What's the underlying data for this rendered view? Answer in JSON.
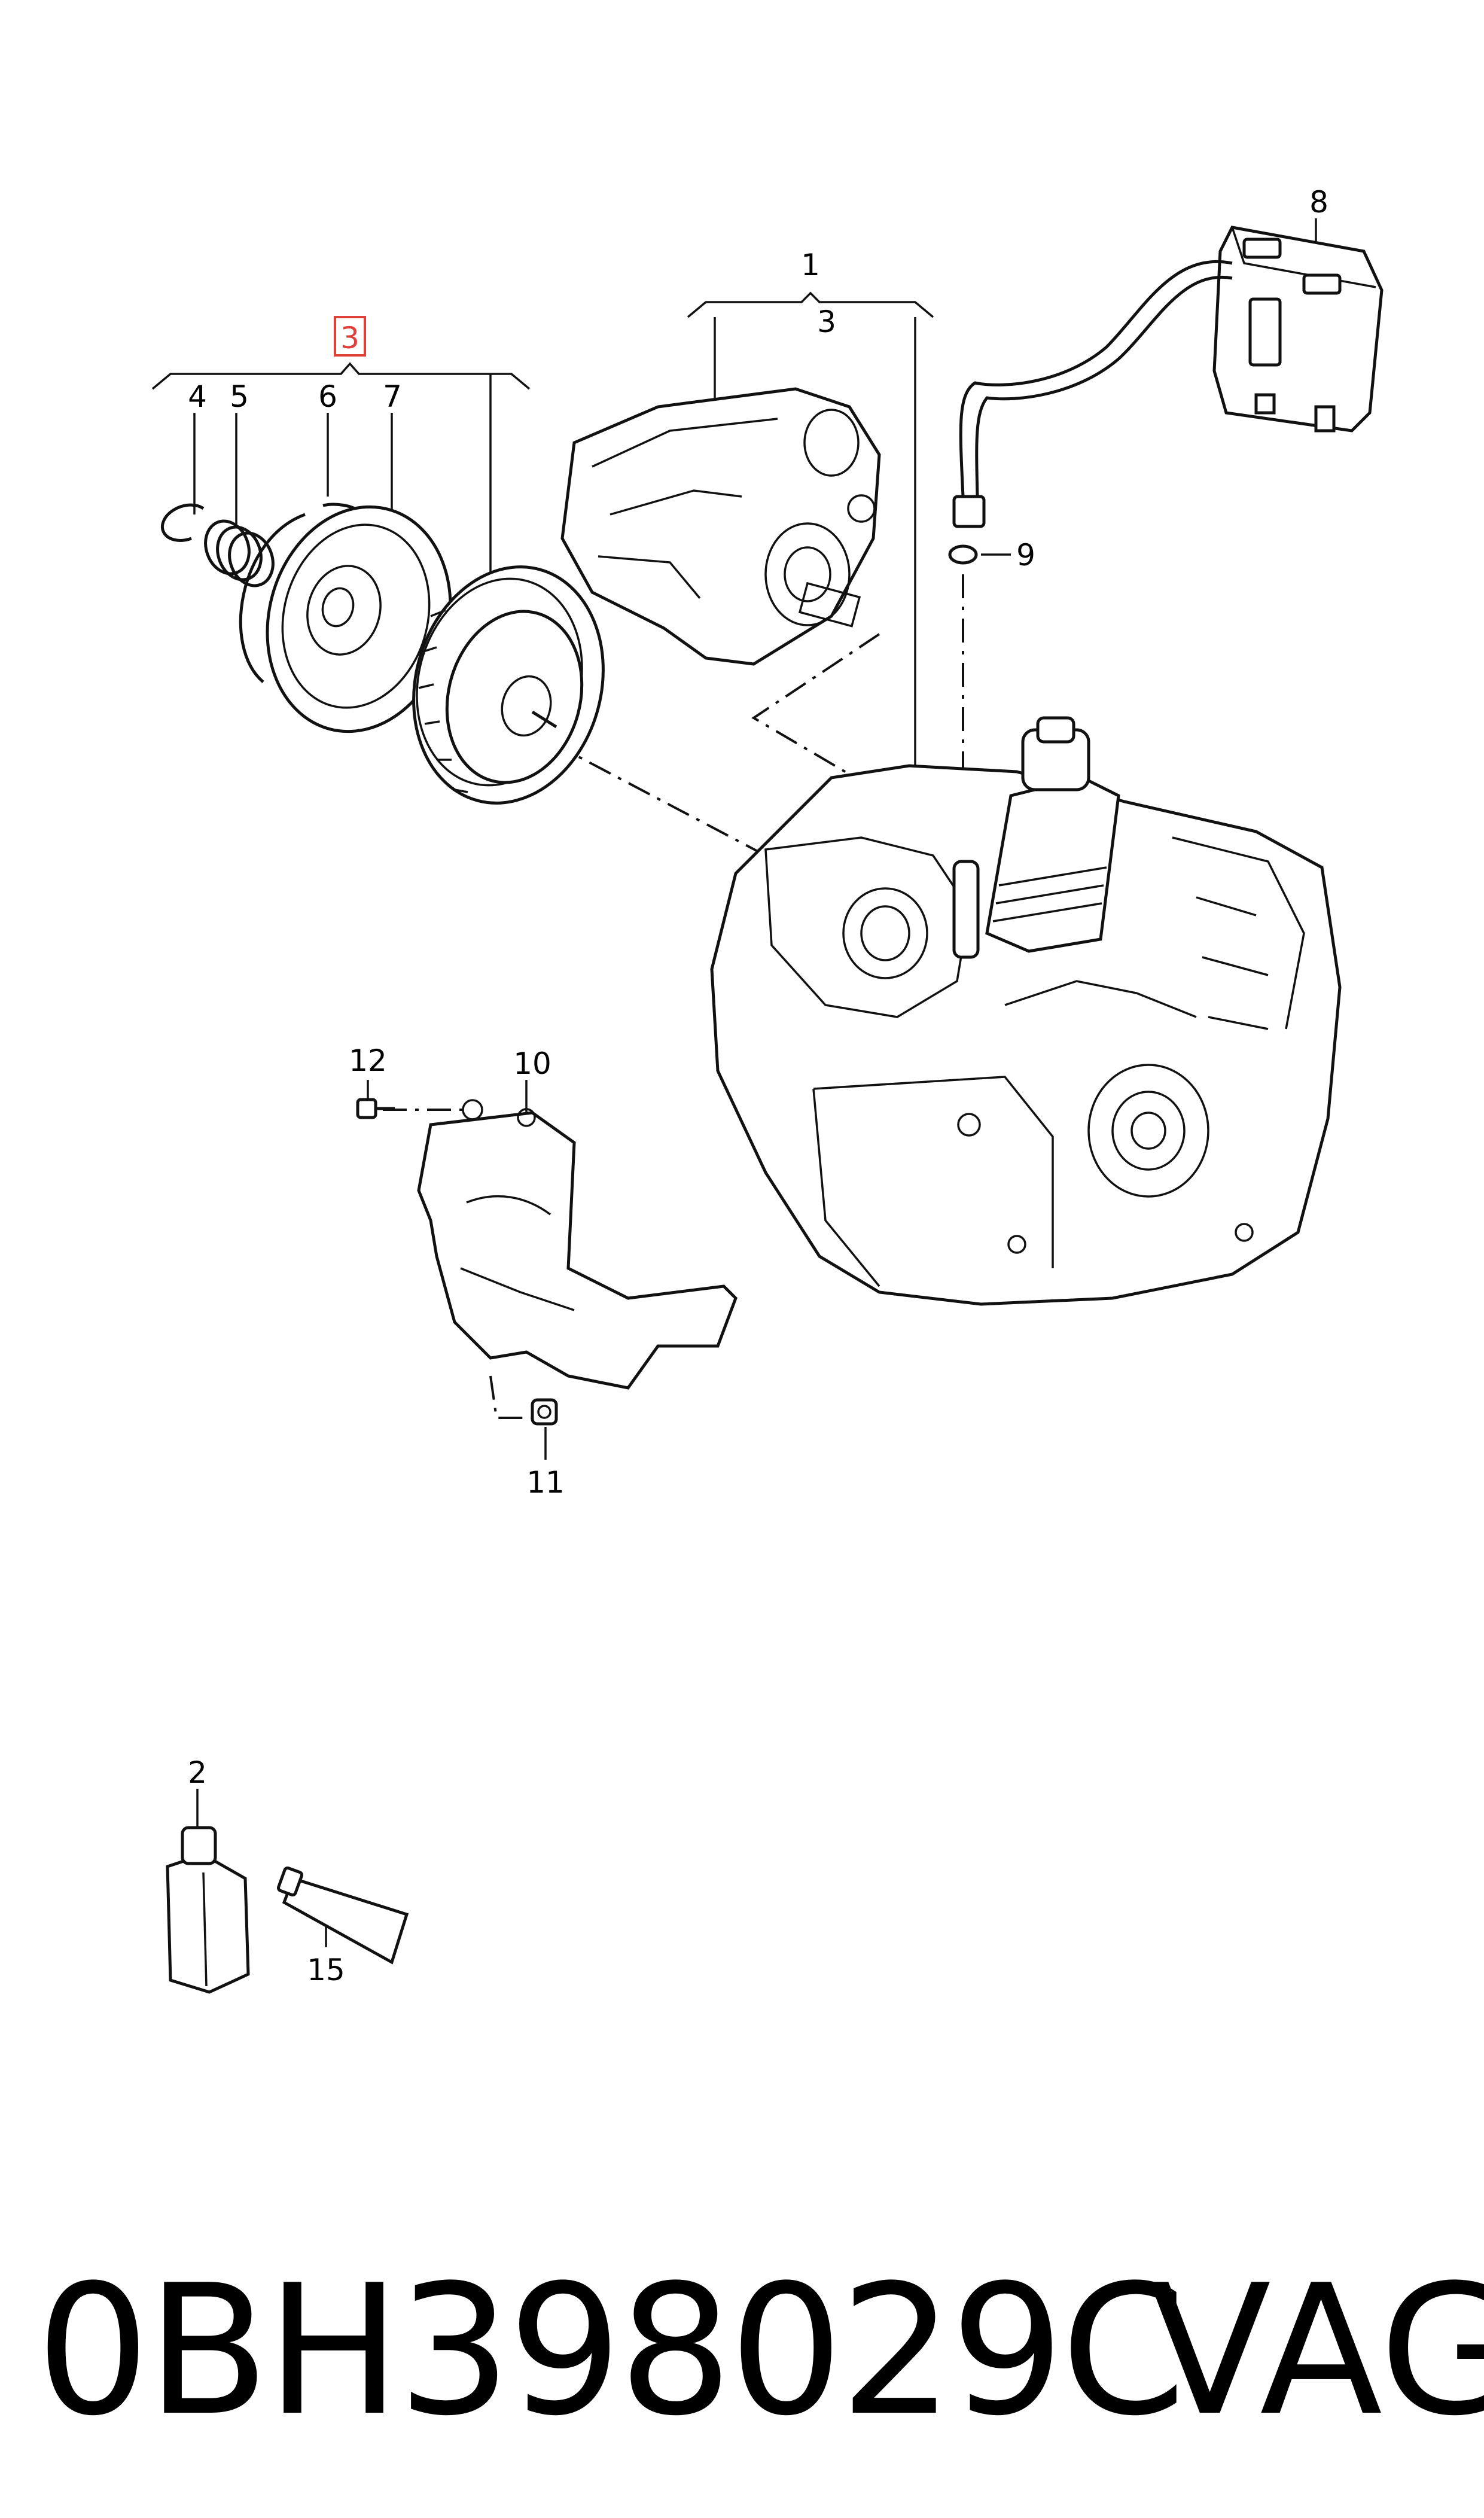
{
  "callouts": {
    "c1": "1",
    "c2": "2",
    "c3_main": "3",
    "c3_highlight": "3",
    "c4": "4",
    "c5": "5",
    "c6": "6",
    "c7": "7",
    "c8": "8",
    "c9": "9",
    "c10": "10",
    "c11": "11",
    "c12": "12",
    "c15": "15"
  },
  "footer": {
    "part_number": "0BH398029C",
    "brand": "VAG"
  },
  "colors": {
    "line": "#111111",
    "highlight_box": "#e0403a",
    "background": "#ffffff"
  }
}
